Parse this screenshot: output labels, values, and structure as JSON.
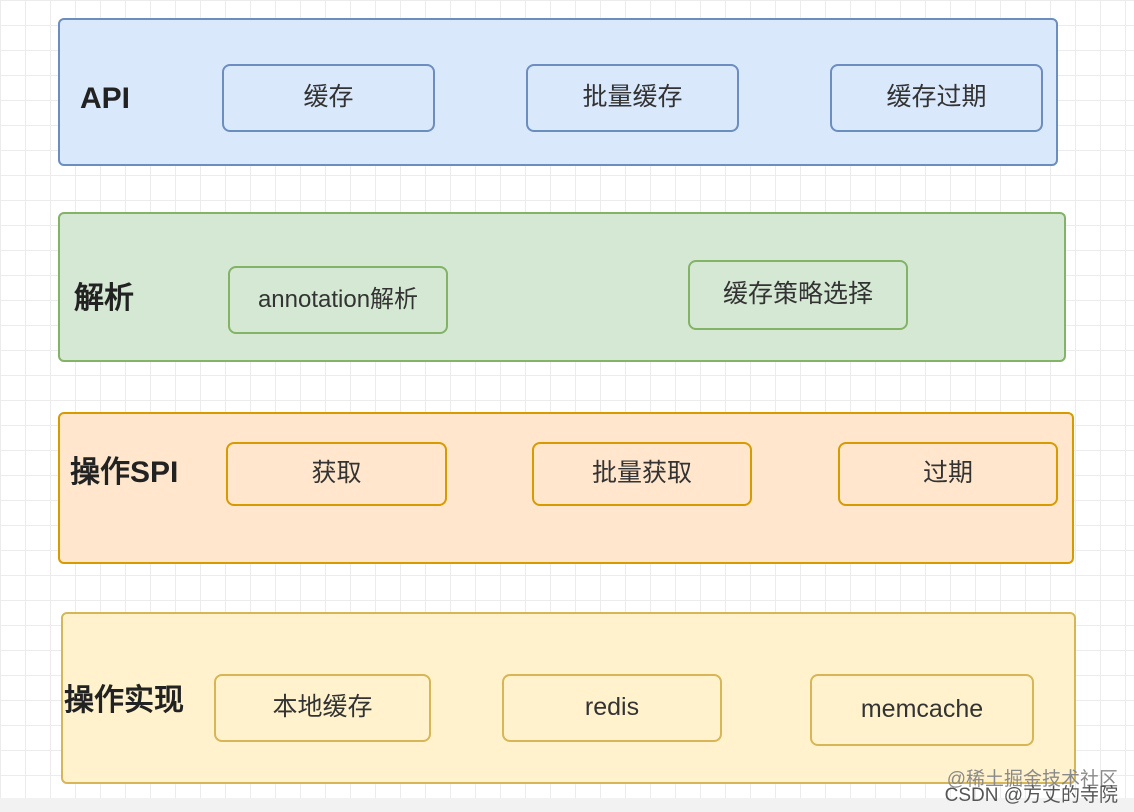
{
  "layers": {
    "api": {
      "label": "API",
      "items": [
        "缓存",
        "批量缓存",
        "缓存过期"
      ]
    },
    "parse": {
      "label": "解析",
      "items": [
        "annotation解析",
        "缓存策略选择"
      ]
    },
    "spi": {
      "label": "操作SPI",
      "items": [
        "获取",
        "批量获取",
        "过期"
      ]
    },
    "impl": {
      "label": "操作实现",
      "items": [
        "本地缓存",
        "redis",
        "memcache"
      ]
    }
  },
  "watermark": {
    "line1": "@稀土掘金技术社区",
    "line2": "CSDN @方丈的寺院"
  },
  "colors": {
    "api": "#dae8fc",
    "parse": "#d5e8d4",
    "spi": "#ffe6cc",
    "impl": "#fff2cc"
  }
}
